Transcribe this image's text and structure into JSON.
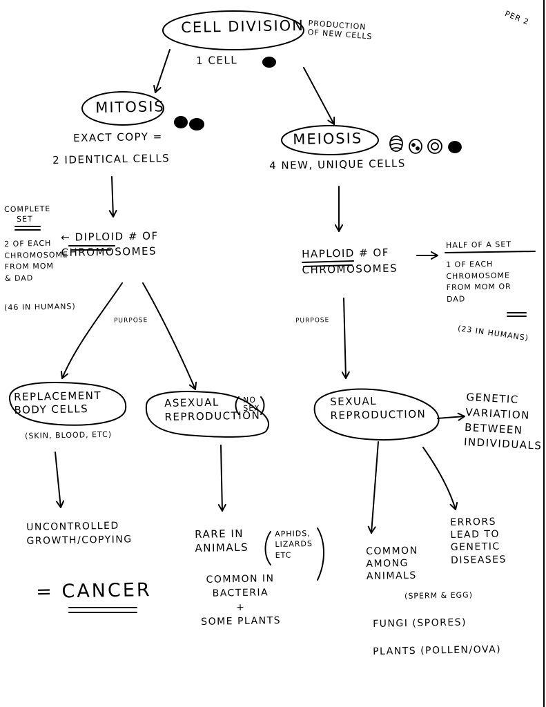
{
  "corner_note": "PER 2",
  "root": {
    "title": "CELL DIVISION",
    "note": "PRODUCTION\nOF NEW CELLS",
    "sub": "1 CELL"
  },
  "mitosis": {
    "title": "MITOSIS",
    "line1": "EXACT COPY =",
    "line2": "2 IDENTICAL CELLS",
    "diploid_label": "← DIPLOID # OF\nCHROMOSOMES",
    "complete_set_title": "COMPLETE",
    "complete_set_word": "SET",
    "complete_set_desc": "2 OF EACH\nCHROMOSOME\nFROM MOM\n& DAD",
    "humans": "(46 IN HUMANS)",
    "purpose": "PURPOSE"
  },
  "meiosis": {
    "title": "MEIOSIS",
    "line1": "4 NEW, UNIQUE CELLS",
    "haploid_label": "HAPLOID # OF\nCHROMOSOMES",
    "half_set_title": "HALF OF A SET",
    "half_set_desc": "1 OF EACH\nCHROMOSOME\nFROM MOM OR\nDAD",
    "humans": "(23 IN HUMANS)",
    "purpose": "PURPOSE"
  },
  "replacement": {
    "title": "REPLACEMENT\nBODY CELLS",
    "examples": "(SKIN, BLOOD, ETC)",
    "outcome": "UNCONTROLLED\nGROWTH/COPYING",
    "result": "= CANCER"
  },
  "asexual": {
    "title": "ASEXUAL\nREPRODUCTION",
    "no_sex": "NO\nSEX",
    "rare": "RARE IN\nANIMALS",
    "rare_examples": "APHIDS,\nLIZARDS\nETC",
    "common": "COMMON IN\nBACTERIA\n+\nSOME PLANTS"
  },
  "sexual": {
    "title": "SEXUAL\nREPRODUCTION",
    "variation": "GENETIC\nVARIATION\nBETWEEN\nINDIVIDUALS",
    "errors": "ERRORS\nLEAD TO\nGENETIC\nDISEASES",
    "common": "COMMON\nAMONG\nANIMALS",
    "sperm_egg": "(SPERM & EGG)",
    "fungi": "FUNGI (SPORES)",
    "plants": "PLANTS (POLLEN/OVA)"
  }
}
